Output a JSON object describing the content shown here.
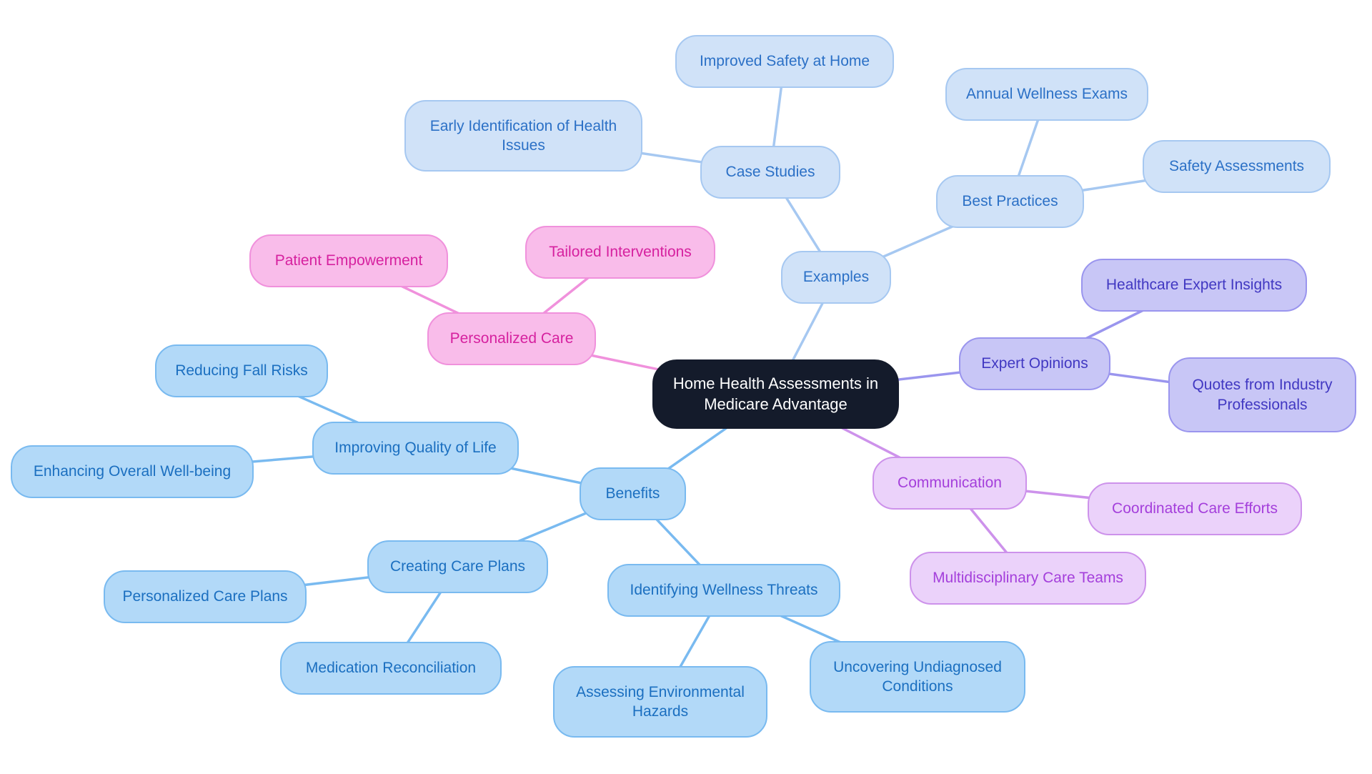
{
  "mindmap": {
    "background_color": "#ffffff",
    "central_topic": "Home Health Assessments in Medicare Advantage",
    "groups": {
      "central": {
        "fill": "#141b2b",
        "border": "#141b2b",
        "text": "#ffffff",
        "edge": "#a6c8f1"
      },
      "examples": {
        "fill": "#d0e2f8",
        "border": "#a6c8f1",
        "text": "#2b70c6",
        "edge": "#a6c8f1"
      },
      "benefits": {
        "fill": "#b2d9f8",
        "border": "#79baf0",
        "text": "#1b6fc0",
        "edge": "#79baf0"
      },
      "personalized": {
        "fill": "#f9bcea",
        "border": "#f091dc",
        "text": "#d6219f",
        "edge": "#f091dc"
      },
      "expert": {
        "fill": "#c8c6f6",
        "border": "#9a95ee",
        "text": "#4138c2",
        "edge": "#9a95ee"
      },
      "communication": {
        "fill": "#ebd2fa",
        "border": "#cd92eb",
        "text": "#a43fdb",
        "edge": "#cd92eb"
      }
    }
  },
  "nodes": [
    {
      "id": "central",
      "label": "Home Health Assessments in Medicare Advantage",
      "group": "central"
    },
    {
      "id": "personalized-care",
      "label": "Personalized Care",
      "group": "personalized"
    },
    {
      "id": "patient-empowerment",
      "label": "Patient Empowerment",
      "group": "personalized"
    },
    {
      "id": "tailored-interventions",
      "label": "Tailored Interventions",
      "group": "personalized"
    },
    {
      "id": "examples",
      "label": "Examples",
      "group": "examples"
    },
    {
      "id": "case-studies",
      "label": "Case Studies",
      "group": "examples"
    },
    {
      "id": "improved-safety-at-home",
      "label": "Improved Safety at Home",
      "group": "examples"
    },
    {
      "id": "early-identification-health-issues",
      "label": "Early Identification of Health Issues",
      "group": "examples"
    },
    {
      "id": "best-practices",
      "label": "Best Practices",
      "group": "examples"
    },
    {
      "id": "annual-wellness-exams",
      "label": "Annual Wellness Exams",
      "group": "examples"
    },
    {
      "id": "safety-assessments",
      "label": "Safety Assessments",
      "group": "examples"
    },
    {
      "id": "expert-opinions",
      "label": "Expert Opinions",
      "group": "expert"
    },
    {
      "id": "healthcare-expert-insights",
      "label": "Healthcare Expert Insights",
      "group": "expert"
    },
    {
      "id": "quotes-from-industry-professionals",
      "label": "Quotes from Industry Professionals",
      "group": "expert"
    },
    {
      "id": "communication",
      "label": "Communication",
      "group": "communication"
    },
    {
      "id": "coordinated-care-efforts",
      "label": "Coordinated Care Efforts",
      "group": "communication"
    },
    {
      "id": "multidisciplinary-care-teams",
      "label": "Multidisciplinary Care Teams",
      "group": "communication"
    },
    {
      "id": "benefits",
      "label": "Benefits",
      "group": "benefits"
    },
    {
      "id": "improving-quality-of-life",
      "label": "Improving Quality of Life",
      "group": "benefits"
    },
    {
      "id": "reducing-fall-risks",
      "label": "Reducing Fall Risks",
      "group": "benefits"
    },
    {
      "id": "enhancing-overall-well-being",
      "label": "Enhancing Overall Well-being",
      "group": "benefits"
    },
    {
      "id": "creating-care-plans",
      "label": "Creating Care Plans",
      "group": "benefits"
    },
    {
      "id": "personalized-care-plans",
      "label": "Personalized Care Plans",
      "group": "benefits"
    },
    {
      "id": "medication-reconciliation",
      "label": "Medication Reconciliation",
      "group": "benefits"
    },
    {
      "id": "identifying-wellness-threats",
      "label": "Identifying Wellness Threats",
      "group": "benefits"
    },
    {
      "id": "assessing-environmental-hazards",
      "label": "Assessing Environmental Hazards",
      "group": "benefits"
    },
    {
      "id": "uncovering-undiagnosed-conditions",
      "label": "Uncovering Undiagnosed Conditions",
      "group": "benefits"
    }
  ],
  "edges": [
    {
      "from": "central",
      "to": "examples"
    },
    {
      "from": "central",
      "to": "personalized-care"
    },
    {
      "from": "central",
      "to": "expert-opinions"
    },
    {
      "from": "central",
      "to": "communication"
    },
    {
      "from": "central",
      "to": "benefits"
    },
    {
      "from": "examples",
      "to": "case-studies"
    },
    {
      "from": "examples",
      "to": "best-practices"
    },
    {
      "from": "case-studies",
      "to": "improved-safety-at-home"
    },
    {
      "from": "case-studies",
      "to": "early-identification-health-issues"
    },
    {
      "from": "best-practices",
      "to": "annual-wellness-exams"
    },
    {
      "from": "best-practices",
      "to": "safety-assessments"
    },
    {
      "from": "personalized-care",
      "to": "patient-empowerment"
    },
    {
      "from": "personalized-care",
      "to": "tailored-interventions"
    },
    {
      "from": "expert-opinions",
      "to": "healthcare-expert-insights"
    },
    {
      "from": "expert-opinions",
      "to": "quotes-from-industry-professionals"
    },
    {
      "from": "communication",
      "to": "coordinated-care-efforts"
    },
    {
      "from": "communication",
      "to": "multidisciplinary-care-teams"
    },
    {
      "from": "benefits",
      "to": "improving-quality-of-life"
    },
    {
      "from": "benefits",
      "to": "creating-care-plans"
    },
    {
      "from": "benefits",
      "to": "identifying-wellness-threats"
    },
    {
      "from": "improving-quality-of-life",
      "to": "reducing-fall-risks"
    },
    {
      "from": "improving-quality-of-life",
      "to": "enhancing-overall-well-being"
    },
    {
      "from": "creating-care-plans",
      "to": "personalized-care-plans"
    },
    {
      "from": "creating-care-plans",
      "to": "medication-reconciliation"
    },
    {
      "from": "identifying-wellness-threats",
      "to": "assessing-environmental-hazards"
    },
    {
      "from": "identifying-wellness-threats",
      "to": "uncovering-undiagnosed-conditions"
    }
  ]
}
